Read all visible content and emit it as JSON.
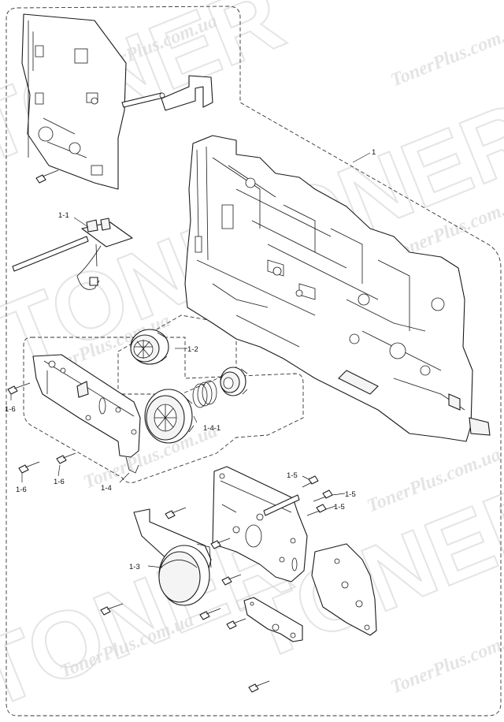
{
  "watermark": {
    "large_text": "TONER",
    "small_text": "TonerPlus.com.ua"
  },
  "callouts": {
    "frame": "1",
    "sensor": "1-1",
    "gear_small": "1-2",
    "motor": "1-3",
    "plate_assembly": "1-4",
    "gear_spring": "1-4-1",
    "screw_1_5": "1-5",
    "screw_1_6": "1-6"
  }
}
